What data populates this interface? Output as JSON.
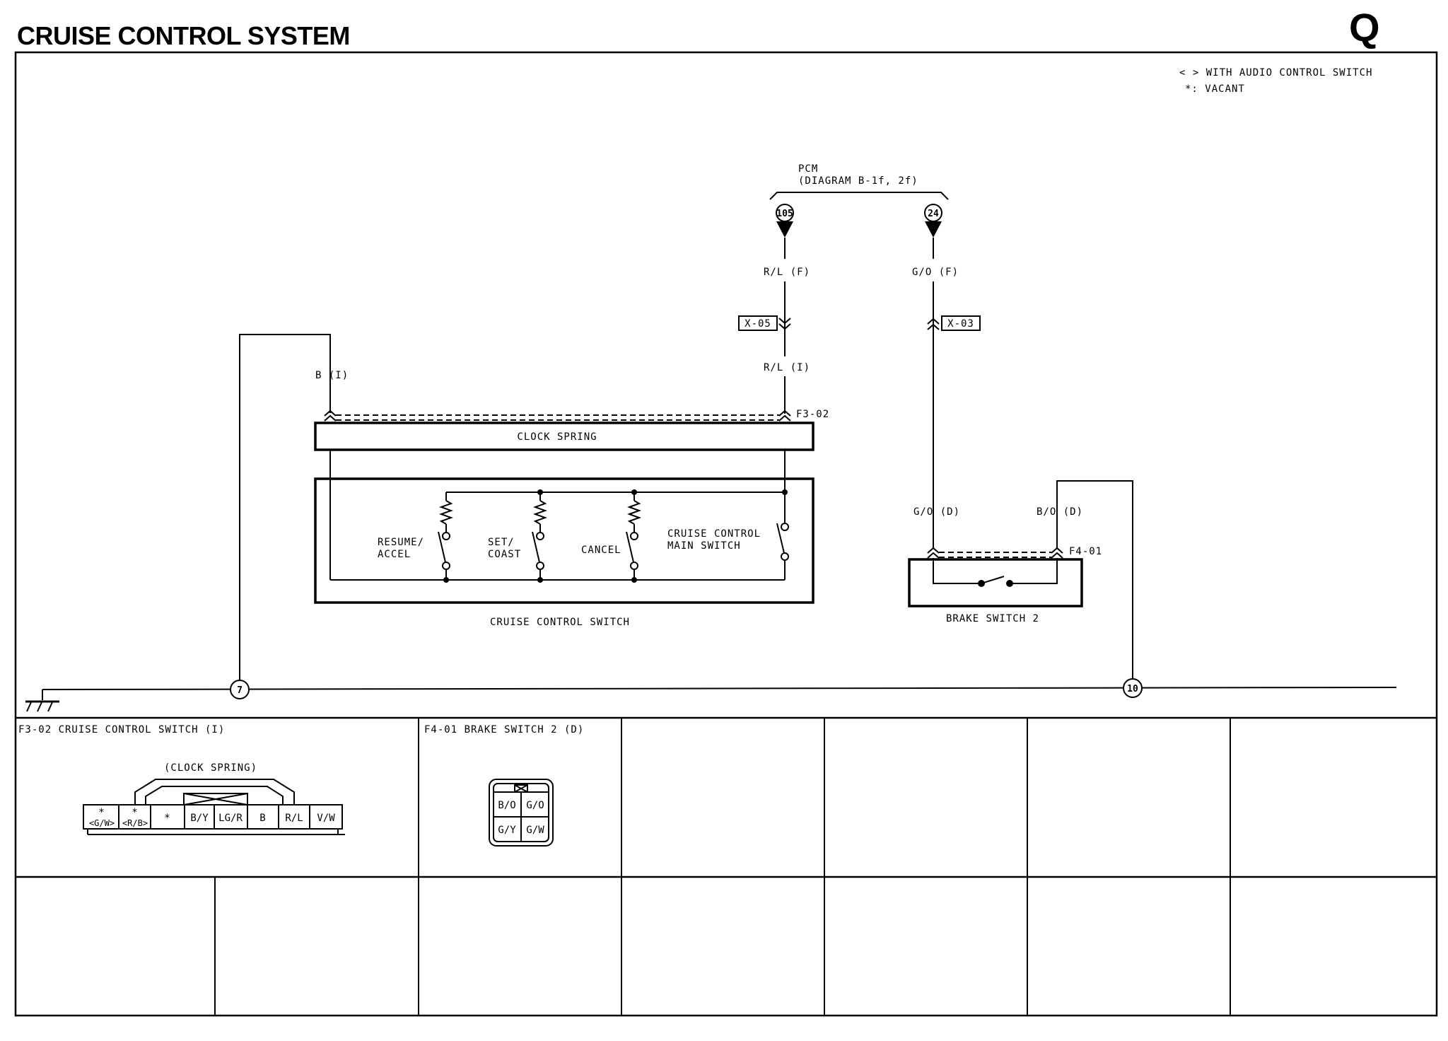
{
  "header": {
    "title": "CRUISE CONTROL SYSTEM",
    "section_letter": "Q"
  },
  "legend": {
    "line1": "< > WITH AUDIO CONTROL SWITCH",
    "line2": "*: VACANT"
  },
  "pcm": {
    "label": "PCM",
    "ref": "(DIAGRAM B-1f, 2f)",
    "terminal_a": "105",
    "terminal_b": "24"
  },
  "wires": {
    "rl_f": "R/L (F)",
    "go_f": "G/O (F)",
    "rl_i": "R/L (I)",
    "b_i": "B (I)",
    "go_d": "G/O (D)",
    "bo_d": "B/O (D)"
  },
  "connectors": {
    "x05": "X-05",
    "x03": "X-03",
    "f302": "F3-02",
    "f401": "F4-01"
  },
  "components": {
    "clock_spring": "CLOCK SPRING",
    "cruise_switch": "CRUISE CONTROL SWITCH",
    "brake_switch": "BRAKE SWITCH 2",
    "resume_line1": "RESUME/",
    "resume_line2": "ACCEL",
    "set_line1": "SET/",
    "set_line2": "COAST",
    "cancel": "CANCEL",
    "main_line1": "CRUISE CONTROL",
    "main_line2": "MAIN SWITCH"
  },
  "grounds": {
    "g7": "7",
    "g10": "10"
  },
  "connector_views": {
    "f302": {
      "title": "F3-02 CRUISE CONTROL SWITCH (I)",
      "sub": "(CLOCK SPRING)",
      "pins": [
        "*",
        "<G/W>",
        "*",
        "<R/B>",
        "*",
        "B/Y",
        "LG/R",
        "B",
        "R/L",
        "V/W"
      ]
    },
    "f401": {
      "title": "F4-01 BRAKE SWITCH 2 (D)",
      "pins": [
        "B/O",
        "G/O",
        "G/Y",
        "G/W"
      ]
    }
  }
}
